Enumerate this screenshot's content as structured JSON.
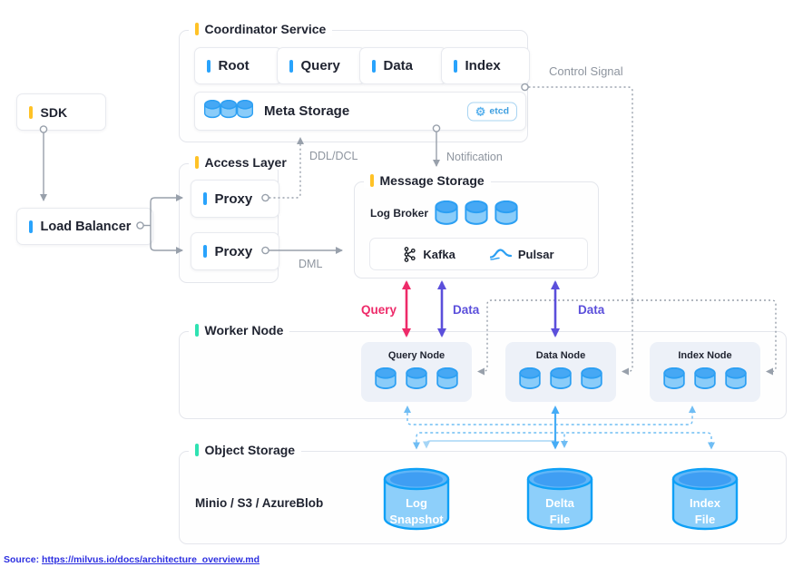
{
  "colors": {
    "yellow": "#ffc226",
    "blue": "#29a3fc",
    "green": "#2fe2b2",
    "pink": "#ee2a69",
    "purple": "#5b4fdb",
    "gray": "#98a0ab",
    "link": "#2c2fe0",
    "cyl_body": "#8accf9",
    "cyl_top": "#46a8f4",
    "cyl_stroke": "#2b9ff3"
  },
  "containers": {
    "coordinator": {
      "title": "Coordinator Service"
    },
    "access": {
      "title": "Access Layer"
    },
    "message": {
      "title": "Message Storage"
    },
    "worker": {
      "title": "Worker Node"
    },
    "object": {
      "title": "Object Storage"
    }
  },
  "boxes": {
    "sdk": "SDK",
    "load_balancer": "Load Balancer",
    "coordinators": [
      "Root",
      "Query",
      "Data",
      "Index"
    ],
    "meta_storage": "Meta Storage",
    "etcd": "etcd",
    "proxy1": "Proxy",
    "proxy2": "Proxy",
    "log_broker": "Log Broker",
    "kafka": "Kafka",
    "pulsar": "Pulsar",
    "nodes": [
      "Query Node",
      "Data Node",
      "Index Node"
    ],
    "object_backends": "Minio / S3 / AzureBlob",
    "files": [
      {
        "l1": "Log",
        "l2": "Snapshot"
      },
      {
        "l1": "Delta",
        "l2": "File"
      },
      {
        "l1": "Index",
        "l2": "File"
      }
    ]
  },
  "edge_labels": {
    "control": "Control Signal",
    "ddl": "DDL/DCL",
    "notification": "Notification",
    "dml": "DML",
    "query": "Query",
    "data1": "Data",
    "data2": "Data"
  },
  "source": {
    "prefix": "Source: ",
    "url": "https://milvus.io/docs/architecture_overview.md"
  }
}
